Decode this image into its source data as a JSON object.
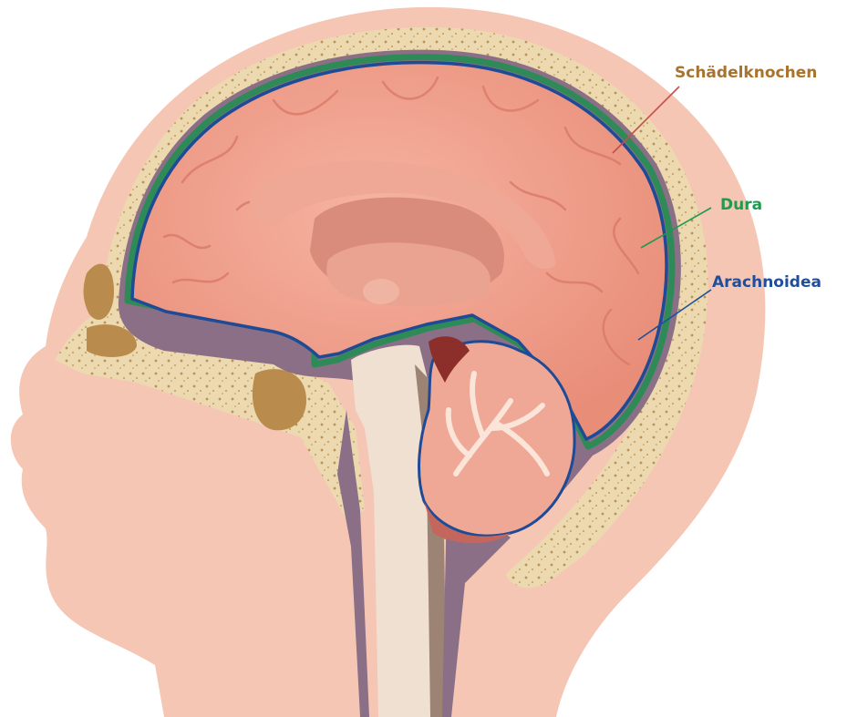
{
  "labels": {
    "skull": "Schädelknochen",
    "dura": "Dura",
    "arachnoid": "Arachnoidea"
  },
  "colors": {
    "skull_label": "#a8722f",
    "dura_label": "#1f9a4e",
    "arachnoid_label": "#1f4f9c",
    "skull_leader": "#c0504d",
    "skin": "#f6c6b5",
    "bone": "#ecd9b0",
    "brain": "#ef9d8a",
    "dura_line": "#2e8b57",
    "arachnoid_line": "#1f4a96",
    "csf_space": "#8a6f86"
  }
}
